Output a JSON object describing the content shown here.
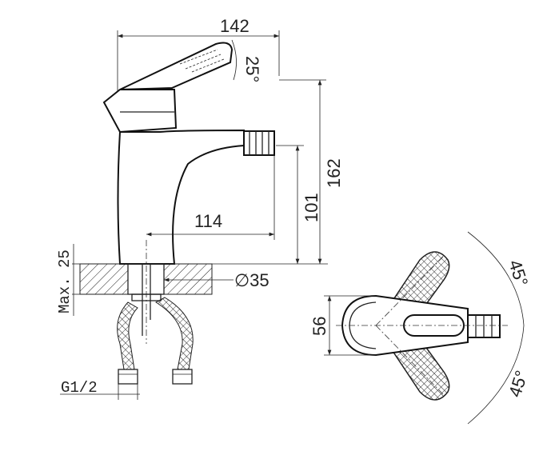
{
  "drawing": {
    "dimensions": {
      "total_length": "142",
      "lever_angle": "25°",
      "total_height": "162",
      "spout_height": "101",
      "spout_reach": "114",
      "max_counter": "Max. 25",
      "hole_diameter": "∅35",
      "thread": "G1/2",
      "body_width": "56",
      "rotation_up": "45°",
      "rotation_down": "45°"
    }
  }
}
